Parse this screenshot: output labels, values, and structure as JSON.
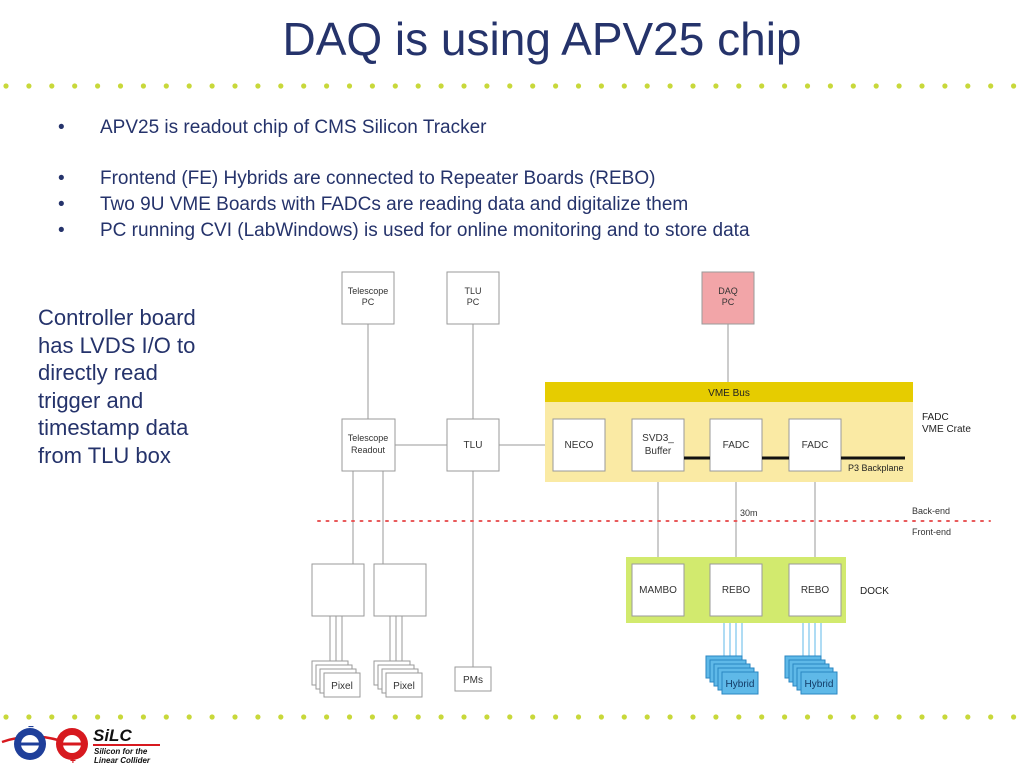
{
  "title": "DAQ is using APV25 chip",
  "bullets": [
    "APV25 is readout chip of CMS Silicon Tracker",
    "Frontend (FE) Hybrids are connected to Repeater Boards (REBO)",
    "Two 9U VME Boards with FADCs are reading data and digitalize them",
    "PC running CVI (LabWindows) is used for online monitoring and to store data"
  ],
  "bullet_char": "•",
  "side_note": [
    "Controller board",
    "has LVDS I/O to",
    "directly read",
    "trigger and",
    "timestamp data",
    "from TLU box"
  ],
  "diagram": {
    "telescope_pc": [
      "Telescope",
      "PC"
    ],
    "tlu_pc": [
      "TLU",
      "PC"
    ],
    "daq_pc": [
      "DAQ",
      "PC"
    ],
    "vme_bus": "VME Bus",
    "fadc_crate": [
      "FADC",
      "VME Crate"
    ],
    "telescope_readout": [
      "Telescope",
      "Readout"
    ],
    "tlu": "TLU",
    "neco": "NECO",
    "svd3_buffer": [
      "SVD3_",
      "Buffer"
    ],
    "fadc": "FADC",
    "p3_backplane": "P3 Backplane",
    "cable_length": "30m",
    "back_end": "Back-end",
    "front_end": "Front-end",
    "mambo": "MAMBO",
    "rebo": "REBO",
    "dock": "DOCK",
    "pixel": "Pixel",
    "pms": "PMs",
    "hybrid": "Hybrid"
  },
  "logo": {
    "name": "SiLC",
    "tagline": [
      "Silicon for the",
      "Linear Collider"
    ]
  },
  "colors": {
    "title": "#25336b",
    "dots": "#c8d83a",
    "daq_pc": "#f2a5a8",
    "vme_bus": "#e6cc00",
    "crate_bg": "#faeaa4",
    "dock_bg": "#d2ea6e",
    "hybrid": "#5fb9e8",
    "separator": "#e8595a",
    "logo_red": "#d7191f",
    "logo_blue": "#1f3f9a"
  }
}
